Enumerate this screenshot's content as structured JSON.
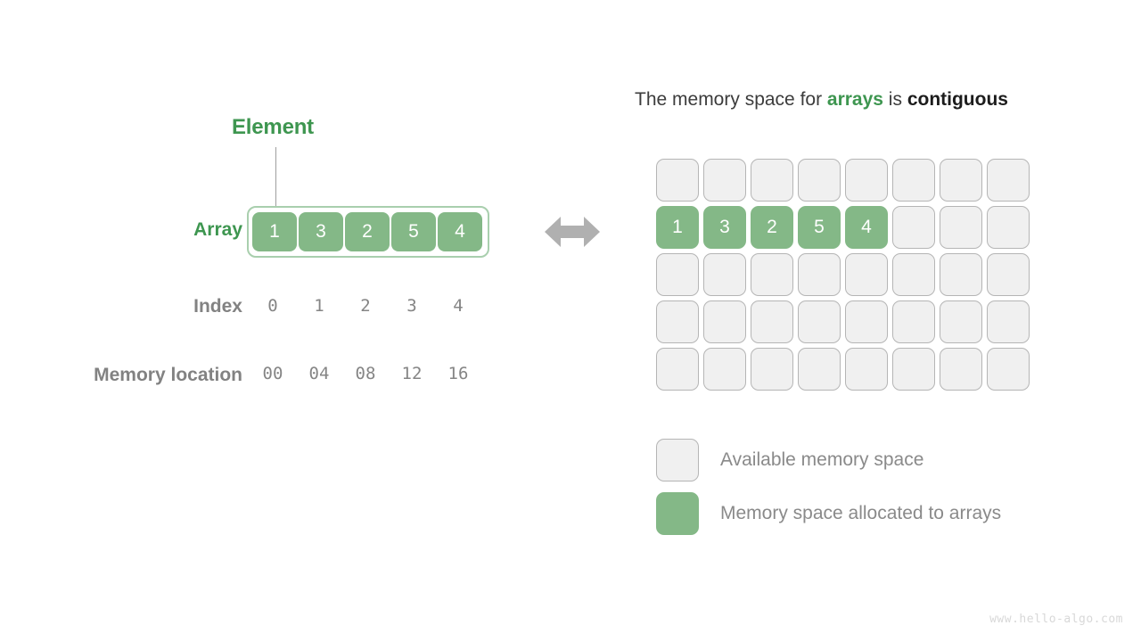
{
  "diagram": {
    "watermark": "www.hello-algo.com",
    "colors": {
      "accent_green_text": "#3e9650",
      "cell_green": "#84b887",
      "empty_cell": "#f0f0f0",
      "empty_cell_border": "#b5b5b5",
      "label_gray": "#828282",
      "arrow_gray": "#b0b0b0"
    }
  },
  "left": {
    "callout": {
      "label": "Element"
    },
    "rows": {
      "array_label": "Array",
      "index_label": "Index",
      "memory_label": "Memory location"
    },
    "array_values": [
      "1",
      "3",
      "2",
      "5",
      "4"
    ],
    "index_values": [
      "0",
      "1",
      "2",
      "3",
      "4"
    ],
    "memory_values": [
      "00",
      "04",
      "08",
      "12",
      "16"
    ]
  },
  "right": {
    "title": {
      "part1": "The memory space for ",
      "highlight_green": "arrays",
      "part2": " is ",
      "highlight_bold": "contiguous"
    },
    "grid": {
      "columns": 8,
      "rows": 5,
      "filled_row_index": 1,
      "filled_values": [
        "1",
        "3",
        "2",
        "5",
        "4"
      ],
      "cells": [
        [
          "",
          "",
          "",
          "",
          "",
          "",
          "",
          ""
        ],
        [
          "1",
          "3",
          "2",
          "5",
          "4",
          "",
          "",
          ""
        ],
        [
          "",
          "",
          "",
          "",
          "",
          "",
          "",
          ""
        ],
        [
          "",
          "",
          "",
          "",
          "",
          "",
          "",
          ""
        ],
        [
          "",
          "",
          "",
          "",
          "",
          "",
          "",
          ""
        ]
      ]
    },
    "legend": [
      {
        "swatch": "empty",
        "text": "Available memory space"
      },
      {
        "swatch": "filled",
        "text": "Memory space allocated to arrays"
      }
    ]
  }
}
